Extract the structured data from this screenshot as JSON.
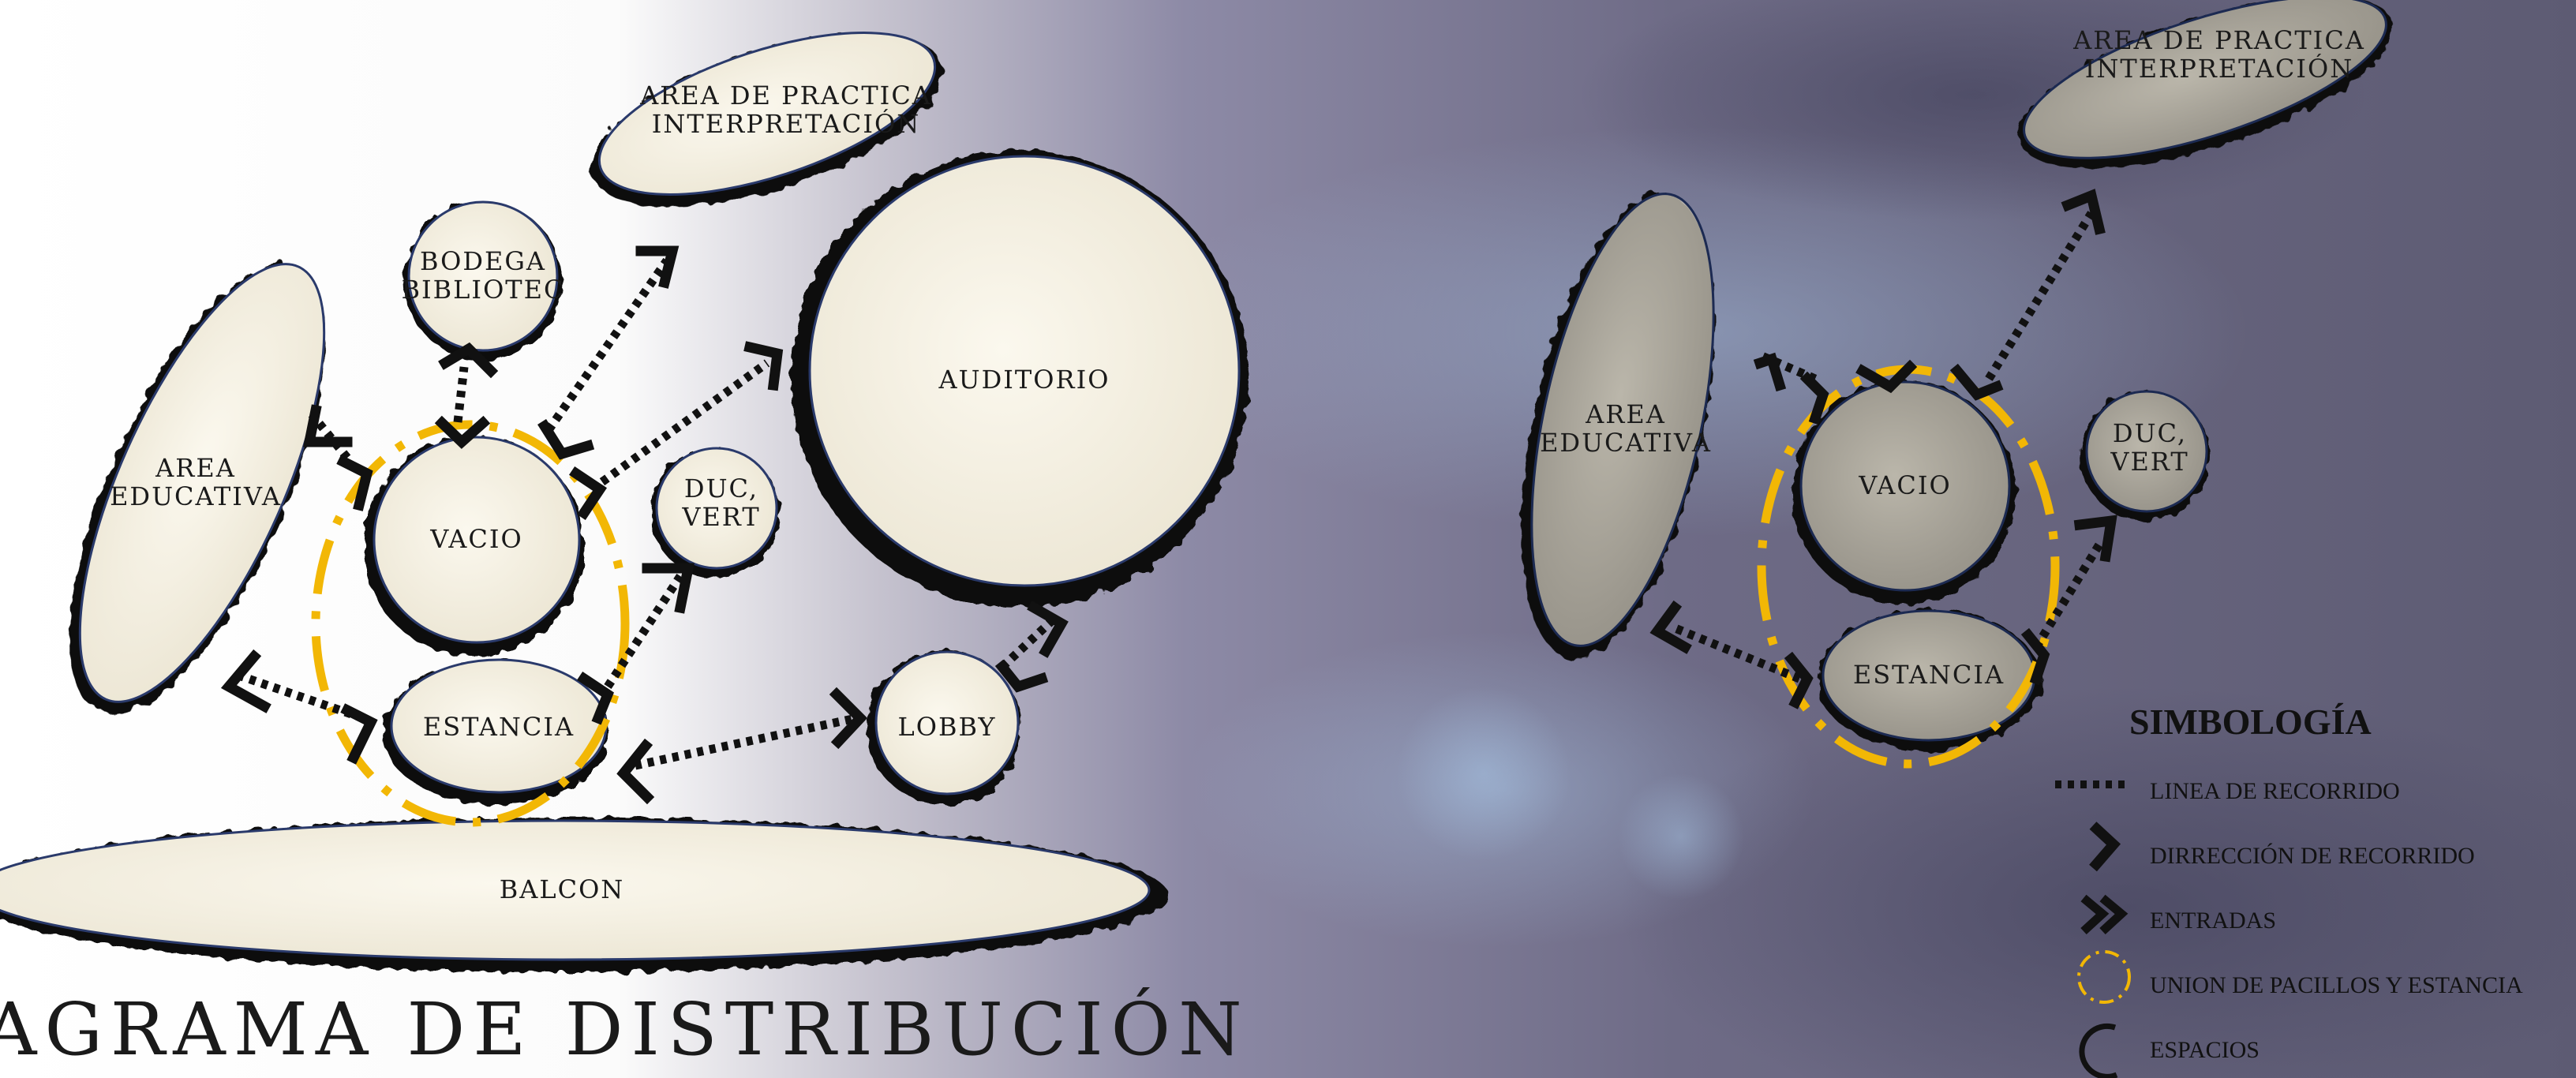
{
  "left_diagram": {
    "nodes": {
      "area_practica": "AREA  DE  PRACTICA\nINTERPRETACIÓN",
      "bodega": "BODEGA\nBIBLIOTEC",
      "auditorio": "AUDITORIO",
      "area_educativa": "AREA\nEDUCATIVA",
      "vacio": "VACIO",
      "duc_vert": "DUC,\nVERT",
      "estancia": "ESTANCIA",
      "lobby": "LOBBY",
      "balcon": "BALCON"
    },
    "title": "AGRAMA  DE  DISTRIBUCIÓN"
  },
  "right_diagram": {
    "nodes": {
      "area_practica": "AREA  DE  PRACTICA\nINTERPRETACIÓN",
      "area_educativa": "AREA\nEDUCATIVA",
      "vacio": "VACIO",
      "duc_vert": "DUC,\nVERT",
      "estancia": "ESTANCIA"
    }
  },
  "legend": {
    "title": "SIMBOLOGÍA",
    "items": [
      {
        "label": "LINEA DE RECORRIDO",
        "icon": "dotted-line-icon"
      },
      {
        "label": "DIRRECCIÓN DE RECORRIDO",
        "icon": "chevron-icon"
      },
      {
        "label": "ENTRADAS",
        "icon": "double-chevron-icon"
      },
      {
        "label": "UNION DE PACILLOS Y ESTANCIA",
        "icon": "dashed-circle-icon"
      },
      {
        "label": "ESPACIOS",
        "icon": "circle-icon"
      }
    ]
  },
  "colors": {
    "bubble_fill": "#f6f2e6",
    "bubble_stroke": "#2a3a6b",
    "path": "#111111",
    "union": "#f2b705",
    "bg_dark": "#4a4a6a"
  }
}
